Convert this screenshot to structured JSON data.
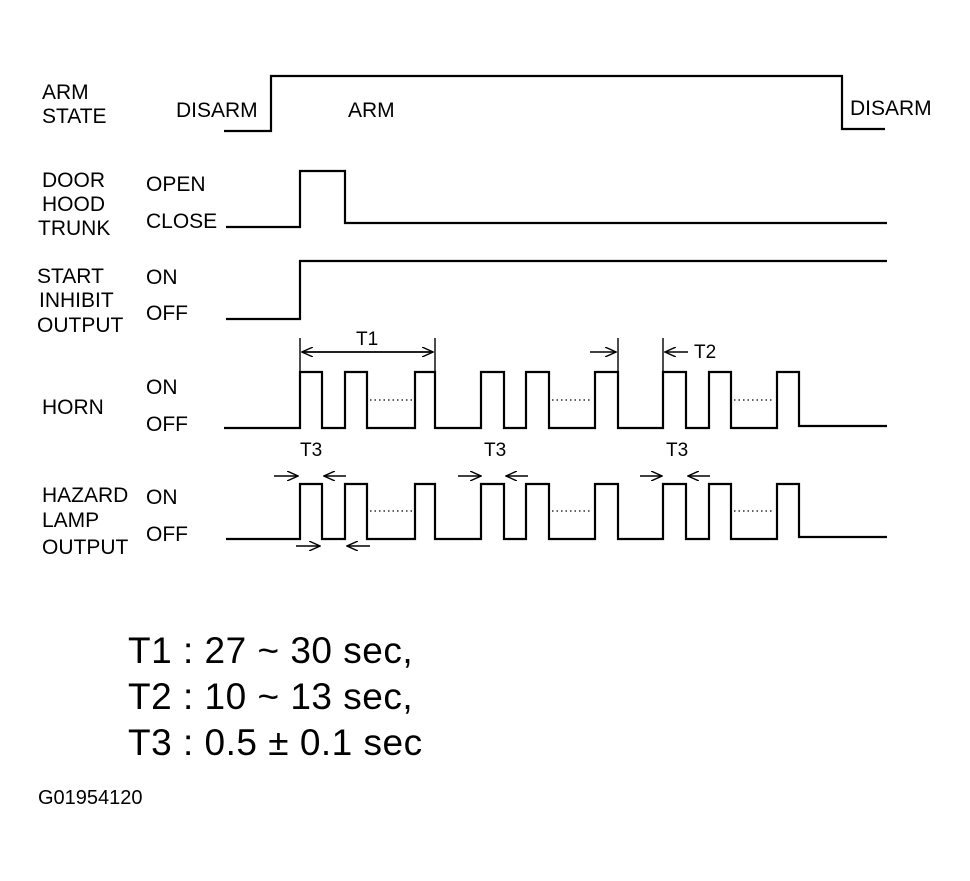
{
  "signals": {
    "arm_state": {
      "name": [
        "ARM",
        "STATE"
      ],
      "states": [
        "DISARM",
        "ARM",
        "DISARM"
      ]
    },
    "door": {
      "name": [
        "DOOR",
        "HOOD",
        "TRUNK"
      ],
      "high": "OPEN",
      "low": "CLOSE"
    },
    "start_inhibit": {
      "name": [
        "START",
        "INHIBIT",
        "OUTPUT"
      ],
      "high": "ON",
      "low": "OFF"
    },
    "horn": {
      "name": [
        "HORN"
      ],
      "high": "ON",
      "low": "OFF"
    },
    "hazard": {
      "name": [
        "HAZARD",
        "LAMP",
        "OUTPUT"
      ],
      "high": "ON",
      "low": "OFF"
    }
  },
  "timing_labels": {
    "t1": "T1",
    "t2": "T2",
    "t3": "T3"
  },
  "legend": [
    "T1 : 27 ~ 30 sec,",
    "T2 : 10 ~ 13 sec,",
    "T3 : 0.5 ± 0.1 sec"
  ],
  "figure_code": "G01954120"
}
